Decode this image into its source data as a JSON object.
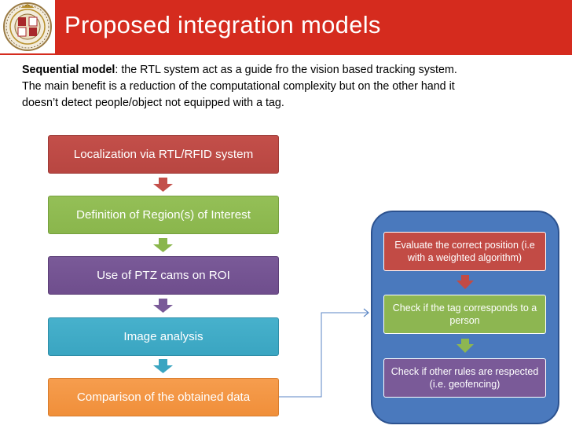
{
  "header": {
    "title": "Proposed integration models"
  },
  "description": {
    "lead_bold": "Sequential model",
    "lead_rest": ":  the RTL system act as a guide fro the vision based tracking system.",
    "line2": "The main benefit  is a reduction of the computational complexity but on the other hand it",
    "line3": "doesn’t detect people/object not equipped with a tag."
  },
  "flow": [
    "Localization via RTL/RFID system",
    "Definition of Region(s) of Interest",
    "Use of PTZ cams on ROI",
    "Image analysis",
    "Comparison of the obtained data"
  ],
  "side_flow": [
    "Evaluate the correct position (i.e with a weighted algorithm)",
    "Check if the tag corresponds to a person",
    "Check if other rules are respected (i.e. geofencing)"
  ],
  "colors": {
    "header": "#d52b1e",
    "red": "#c34f4a",
    "green": "#8ab64c",
    "purple": "#6f4e8d",
    "cyan": "#3aa5c1",
    "orange": "#f08f3a",
    "panel": "#4a79bd"
  }
}
